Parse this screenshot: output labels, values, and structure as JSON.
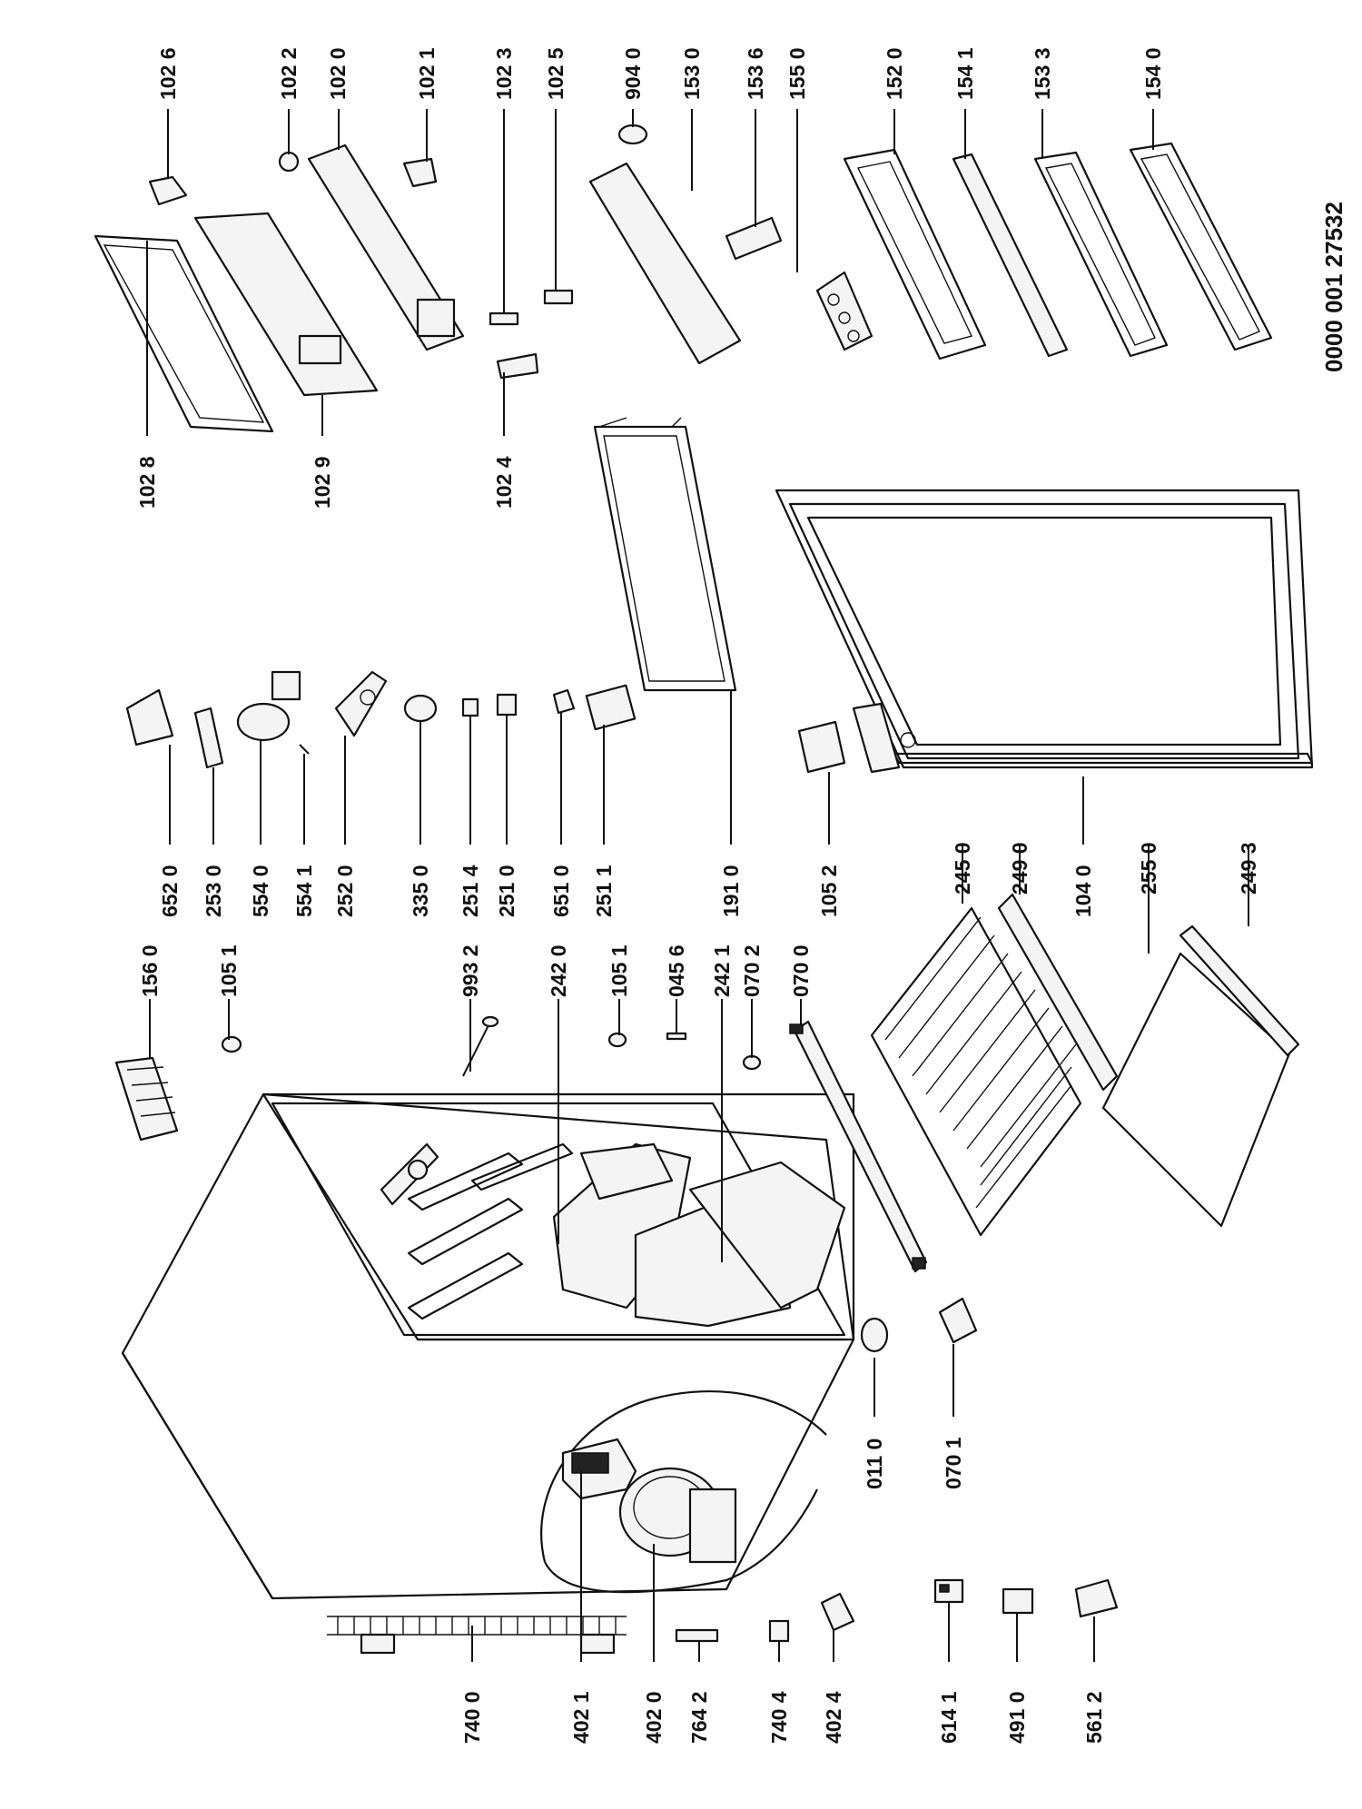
{
  "document": {
    "reference_number": "0000 001 27532"
  },
  "labels": {
    "l1026": "102 6",
    "l1022": "102 2",
    "l1020": "102 0",
    "l1021": "102 1",
    "l1023": "102 3",
    "l1025": "102 5",
    "l9040": "904 0",
    "l1530": "153 0",
    "l1536": "153 6",
    "l1550": "155 0",
    "l1520": "152 0",
    "l1541": "154 1",
    "l1533": "153 3",
    "l1540": "154 0",
    "l1028": "102 8",
    "l1029": "102 9",
    "l1024": "102 4",
    "l6520": "652 0",
    "l2530": "253 0",
    "l5540": "554 0",
    "l5541": "554 1",
    "l2520": "252 0",
    "l3350": "335 0",
    "l2514": "251 4",
    "l2510": "251 0",
    "l6510": "651 0",
    "l2511": "251 1",
    "l1910": "191 0",
    "l1052": "105 2",
    "l1040": "104 0",
    "l1560": "156 0",
    "l1051a": "105 1",
    "l9932": "993 2",
    "l2420": "242 0",
    "l1051b": "105 1",
    "l0456": "045 6",
    "l2421": "242 1",
    "l0702": "070 2",
    "l0700": "070 0",
    "l2450": "245 0",
    "l2490": "249 0",
    "l2550": "255 0",
    "l2493": "249 3",
    "l0110": "011 0",
    "l0701": "070 1",
    "l7400": "740 0",
    "l4021": "402 1",
    "l4020": "402 0",
    "l7642": "764 2",
    "l7404": "740 4",
    "l4024": "402 4",
    "l6141": "614 1",
    "l4910": "491 0",
    "l5612": "561 2"
  }
}
